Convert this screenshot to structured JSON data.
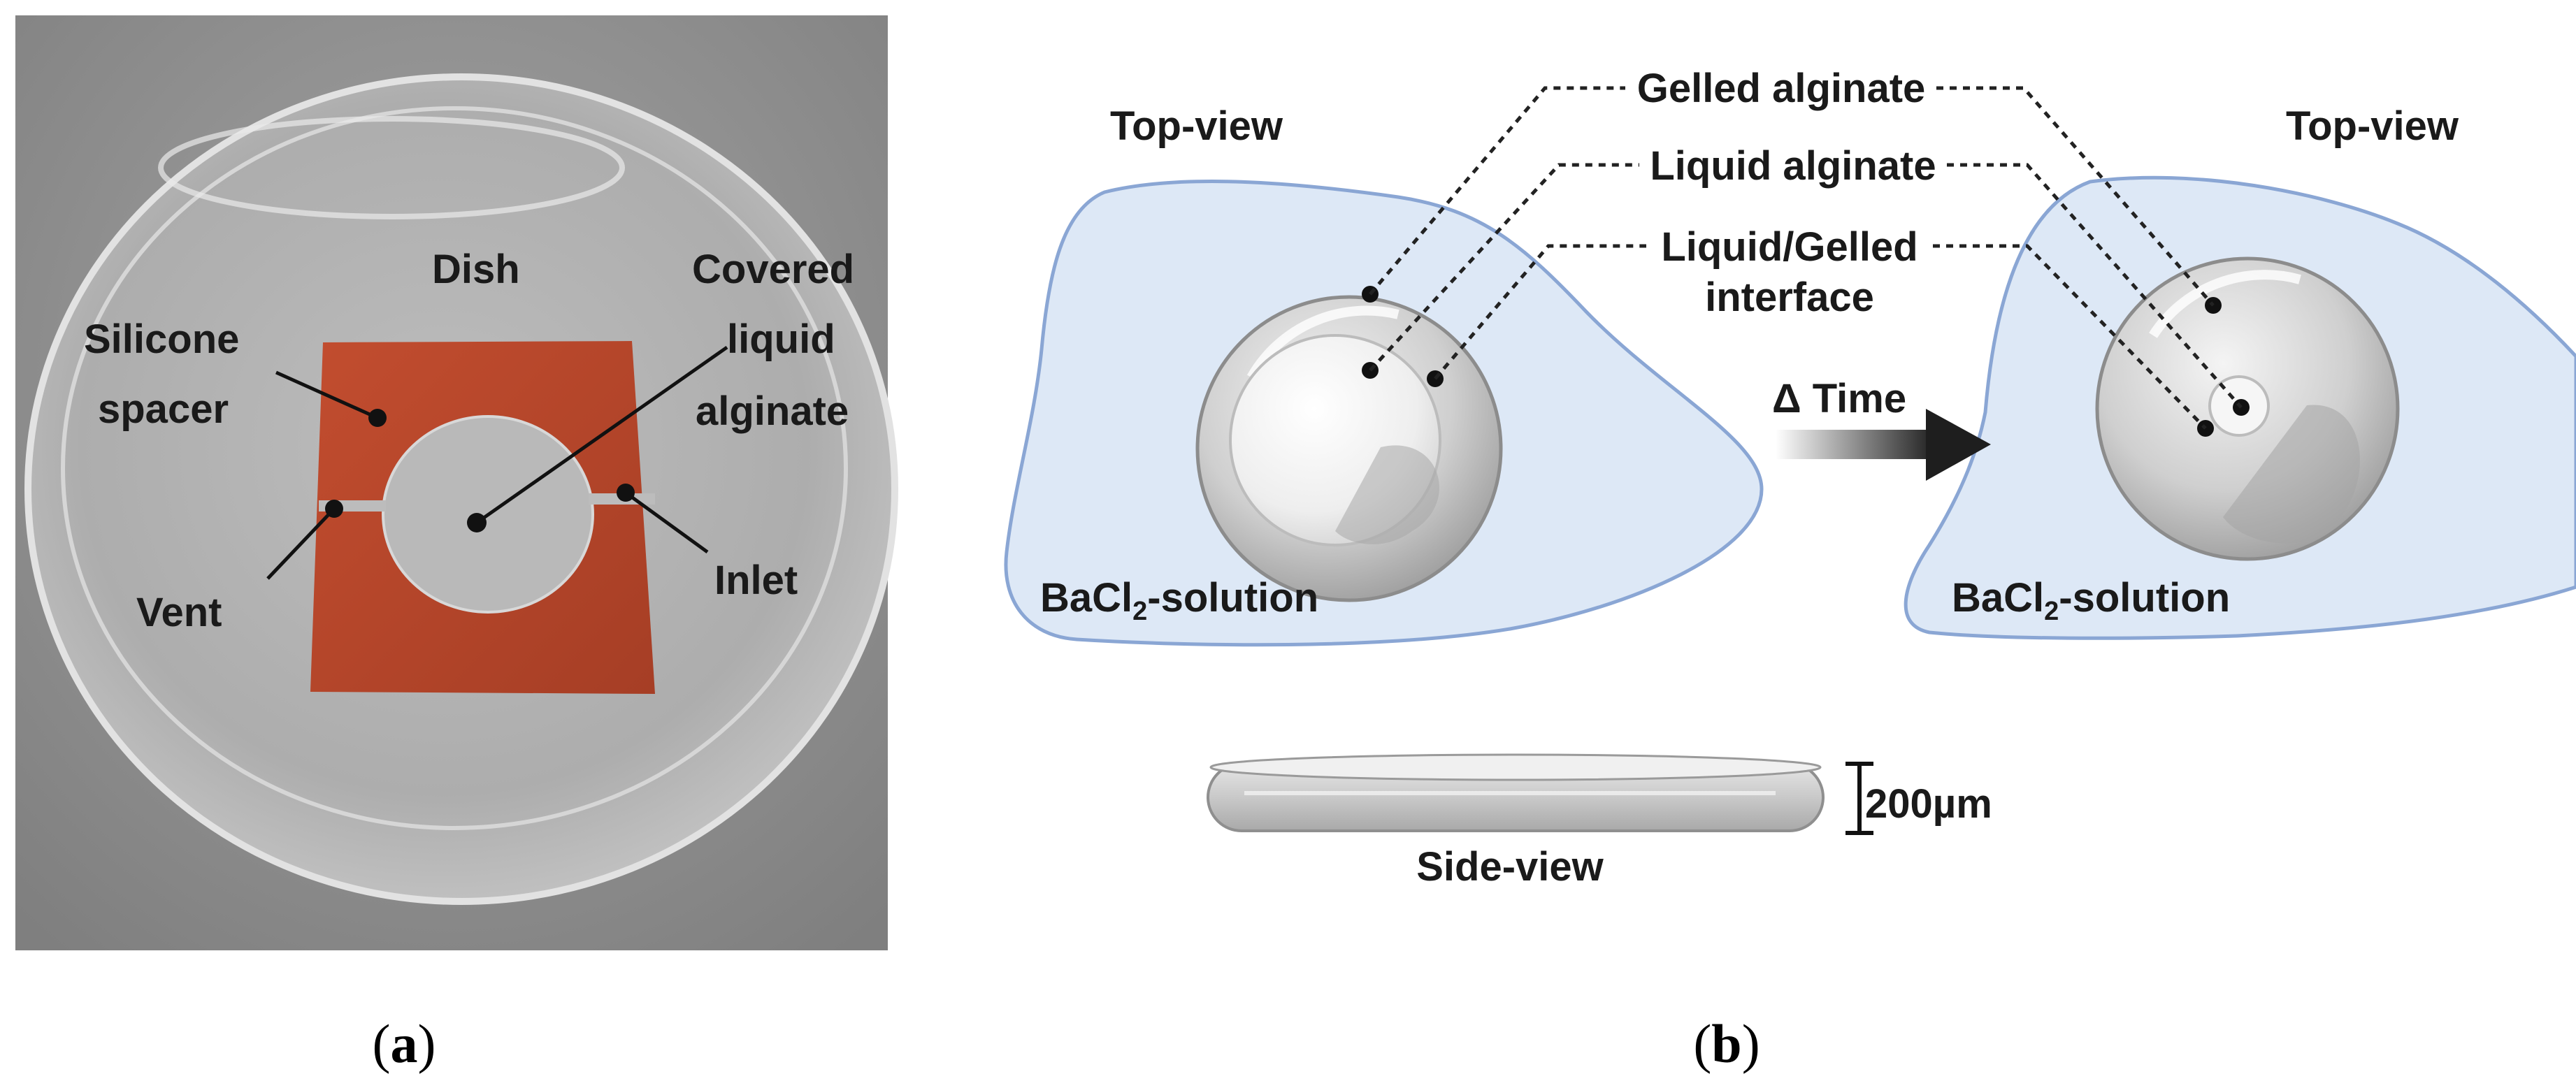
{
  "panel_a": {
    "labels": {
      "dish": "Dish",
      "covered_line1": "Covered",
      "covered_line2": "liquid",
      "covered_line3": "alginate",
      "silicone_line1": "Silicone",
      "silicone_line2": "spacer",
      "vent": "Vent",
      "inlet": "Inlet"
    },
    "caption_open": "(",
    "caption_letter": "a",
    "caption_close": ")"
  },
  "panel_b": {
    "top_view_left": "Top-view",
    "top_view_right": "Top-view",
    "gelled_alginate": "Gelled alginate",
    "liquid_alginate": "Liquid alginate",
    "interface_line1": "Liquid/Gelled",
    "interface_line2": "interface",
    "delta_time": "Δ Time",
    "solution_left_pre": "BaCl",
    "solution_left_sub": "2",
    "solution_left_post": "-solution",
    "solution_right_pre": "BaCl",
    "solution_right_sub": "2",
    "solution_right_post": "-solution",
    "thickness": "200µm",
    "side_view": "Side-view",
    "caption_open": "(",
    "caption_letter": "b",
    "caption_close": ")"
  },
  "colors": {
    "solution_fill": "#dde8f6",
    "solution_stroke": "#8aa6d4",
    "spacer": "#b8482c",
    "arrow": "#1e1e1e"
  }
}
